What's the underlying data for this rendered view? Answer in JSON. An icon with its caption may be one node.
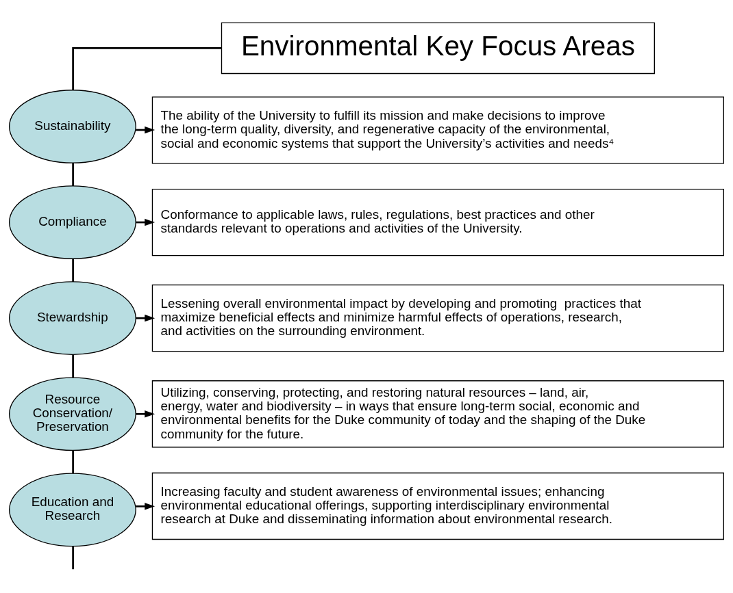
{
  "diagram": {
    "nodes": [
      {
        "text": [
          "Environmental Key Focus Areas"
        ]
      },
      {
        "text": [
          "Sustainability"
        ]
      },
      {
        "text": [
          "The ability of the University to fulfill its mission and make decisions to improve the long-term quality, diversity, and regenerative capacity of the environmental, social and economic systems that support the University’s activities and needs⁴"
        ]
      },
      {
        "text": [
          "Compliance"
        ]
      },
      {
        "text": [
          "Conformance to applicable laws, rules, regulations, best practices and other standards relevant to operations and activities of the University."
        ]
      },
      {
        "text": [
          "Stewardship"
        ]
      },
      {
        "text": [
          "Lessening overall environmental impact by developing and promoting  practices that maximize beneficial effects and minimize harmful effects of operations, research, and activities on the surrounding environment."
        ]
      },
      {
        "text": [
          "Resource Conservation/ Preservation"
        ]
      },
      {
        "text": [
          "Utilizing, conserving, protecting, and restoring natural resources – land, air, energy, water and biodiversity – in ways that ensure long-term social, economic and environmental benefits for the Duke community of today and the shaping of the Duke community for the future."
        ]
      },
      {
        "text": [
          "Education and Research"
        ]
      },
      {
        "text": [
          "Increasing faculty and student awareness of environmental issues; enhancing environmental educational offerings, supporting interdisciplinary environmental research at Duke and disseminating information about environmental research."
        ]
      }
    ],
    "edges": [
      {
        "from": 0,
        "to": 1,
        "arrow": "none"
      },
      {
        "from": 1,
        "to": 2,
        "arrow": "to"
      },
      {
        "from": 1,
        "to": 3,
        "arrow": "none"
      },
      {
        "from": 3,
        "to": 4,
        "arrow": "to"
      },
      {
        "from": 3,
        "to": 5,
        "arrow": "none"
      },
      {
        "from": 5,
        "to": 6,
        "arrow": "to"
      },
      {
        "from": 5,
        "to": 7,
        "arrow": "none"
      },
      {
        "from": 7,
        "to": 8,
        "arrow": "to"
      },
      {
        "from": 7,
        "to": 9,
        "arrow": "none"
      },
      {
        "from": 9,
        "to": 10,
        "arrow": "to"
      },
      {
        "from": 9,
        "to": null,
        "arrow": "none"
      }
    ]
  }
}
